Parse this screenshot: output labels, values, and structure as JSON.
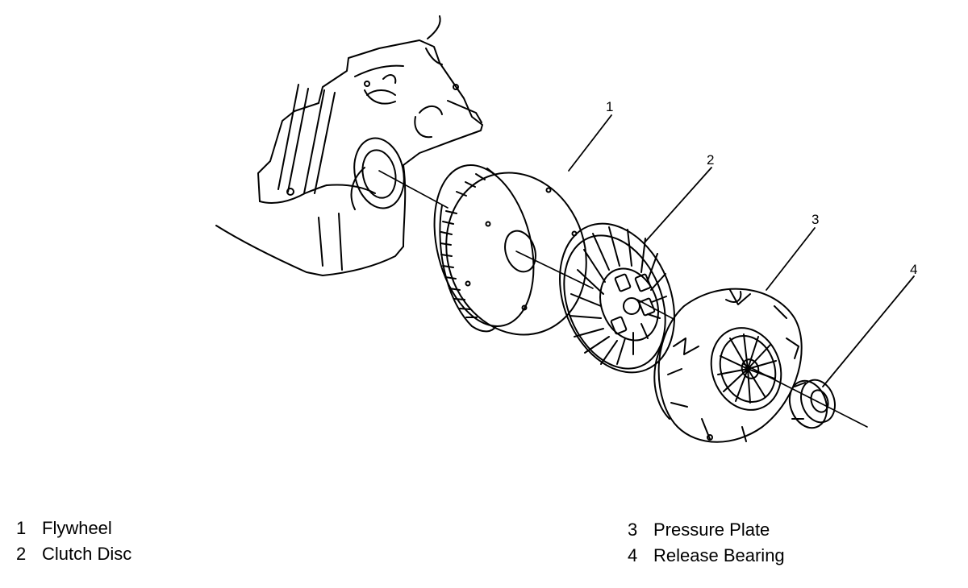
{
  "diagram": {
    "callouts": [
      "1",
      "2",
      "3",
      "4"
    ],
    "legend": [
      {
        "number": "1",
        "label": "Flywheel"
      },
      {
        "number": "2",
        "label": "Clutch Disc"
      },
      {
        "number": "3",
        "label": "Pressure Plate"
      },
      {
        "number": "4",
        "label": "Release Bearing"
      }
    ]
  },
  "colors": {
    "line": "#000000",
    "background": "#ffffff"
  }
}
